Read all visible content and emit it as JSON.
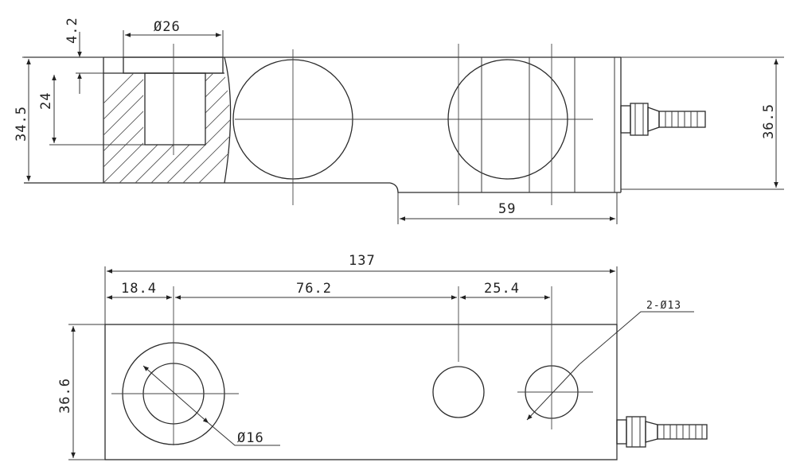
{
  "side_view": {
    "dim_thickness": "4.2",
    "dim_counterbore_dia": "Ø26",
    "dim_total_height": "34.5",
    "dim_bore_depth": "24",
    "dim_height_right": "36.5",
    "dim_length_59": "59"
  },
  "top_view": {
    "dim_overall_length": "137",
    "dim_18_4": "18.4",
    "dim_76_2": "76.2",
    "dim_25_4": "25.4",
    "dim_width": "36.6",
    "dim_holes_note": "2-Ø13",
    "dim_hole_dia": "Ø16"
  }
}
